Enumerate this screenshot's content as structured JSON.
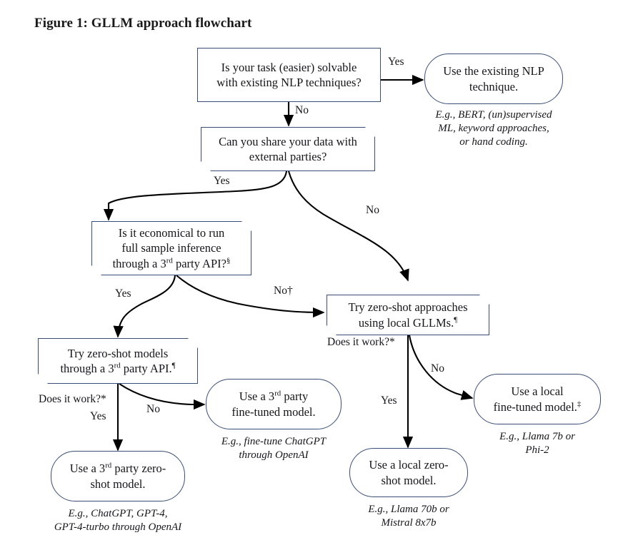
{
  "figure": {
    "title": "Figure 1: GLLM approach flowchart"
  },
  "colors": {
    "box_border": "#3a4d75",
    "text": "#15151b",
    "connector": "#000000",
    "background": "#ffffff"
  },
  "nodes": {
    "q_existing_nlp": {
      "shape": "rect",
      "text_line1": "Is your task (easier) solvable",
      "text_line2": "with existing NLP techniques?"
    },
    "use_existing_nlp": {
      "shape": "rounded",
      "text_line1": "Use the existing NLP",
      "text_line2": "technique."
    },
    "caption_existing_nlp": {
      "line1": "E.g., BERT, (un)supervised",
      "line2": "ML, keyword approaches,",
      "line3": "or hand coding."
    },
    "q_share_data": {
      "shape": "cut",
      "text_line1": "Can you share your data with",
      "text_line2": "external parties?"
    },
    "q_economical": {
      "shape": "cut",
      "text_line1": "Is it economical to run",
      "text_line2": "full sample inference",
      "text_line3_a": "through a 3",
      "text_line3_sup": "rd",
      "text_line3_b": " party API?",
      "text_line3_mark": "§"
    },
    "try_local_gllm": {
      "shape": "cut",
      "text_line1": "Try zero-shot approaches",
      "text_line2_a": "using local GLLMs.",
      "text_line2_mark": "¶"
    },
    "try_3rd_party": {
      "shape": "cut",
      "text_line1": "Try zero-shot models",
      "text_line2_a": "through a 3",
      "text_line2_sup": "rd",
      "text_line2_b": " party API.",
      "text_line2_mark": "¶"
    },
    "use_3rd_party_zeroshot": {
      "shape": "rounded",
      "text_line1_a": "Use a 3",
      "text_line1_sup": "rd",
      "text_line1_b": " party zero-",
      "text_line2": "shot model."
    },
    "caption_3rd_party_zeroshot": {
      "line1": "E.g., ChatGPT, GPT-4,",
      "line2": "GPT-4-turbo through OpenAI"
    },
    "use_3rd_party_finetuned": {
      "shape": "rounded",
      "text_line1_a": "Use a 3",
      "text_line1_sup": "rd",
      "text_line1_b": " party",
      "text_line2": "fine-tuned model."
    },
    "caption_3rd_party_finetuned": {
      "line1": "E.g., fine-tune ChatGPT",
      "line2": "through OpenAI"
    },
    "use_local_zeroshot": {
      "shape": "rounded",
      "text_line1": "Use a local zero-",
      "text_line2": "shot model."
    },
    "caption_local_zeroshot": {
      "line1": "E.g., Llama 70b or",
      "line2": "Mistral 8x7b"
    },
    "use_local_finetuned": {
      "shape": "rounded",
      "text_line1": "Use a local",
      "text_line2_a": "fine-tuned model.",
      "text_line2_mark": "‡"
    },
    "caption_local_finetuned": {
      "line1": "E.g., Llama 7b or",
      "line2": "Phi-2"
    }
  },
  "edge_labels": {
    "existing_nlp_yes": "Yes",
    "existing_nlp_no": "No",
    "share_data_yes": "Yes",
    "share_data_no": "No",
    "economical_yes": "Yes",
    "economical_no": "No†",
    "local_does_it_work": "Does it work?*",
    "local_yes": "Yes",
    "local_no": "No",
    "party_does_it_work": "Does it work?*",
    "party_yes": "Yes",
    "party_no": "No"
  }
}
